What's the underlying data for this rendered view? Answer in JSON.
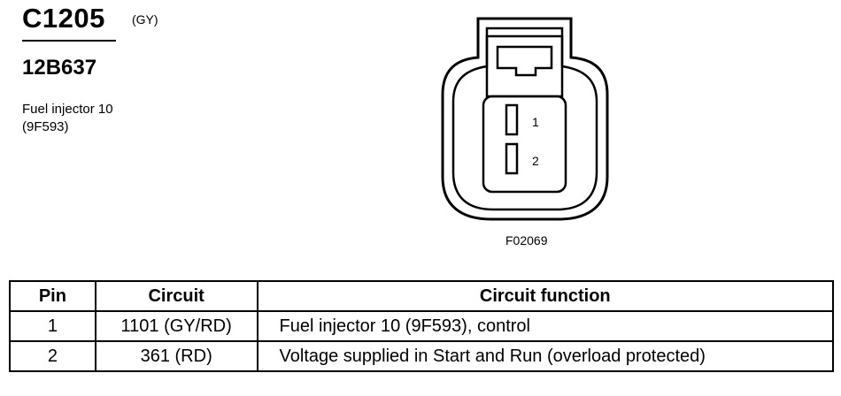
{
  "header": {
    "connector_id": "C1205",
    "connector_color": "(GY)",
    "part_number": "12B637",
    "description_line1": "Fuel injector 10",
    "description_line2": "(9F593)"
  },
  "figure": {
    "pin_labels": [
      "1",
      "2"
    ],
    "figure_code": "F02069"
  },
  "table": {
    "headers": {
      "pin": "Pin",
      "circuit": "Circuit",
      "function": "Circuit function"
    },
    "rows": [
      {
        "pin": "1",
        "circuit": "1101 (GY/RD)",
        "function": "Fuel injector 10 (9F593), control"
      },
      {
        "pin": "2",
        "circuit": "361 (RD)",
        "function": "Voltage supplied in Start and Run (overload protected)"
      }
    ]
  }
}
